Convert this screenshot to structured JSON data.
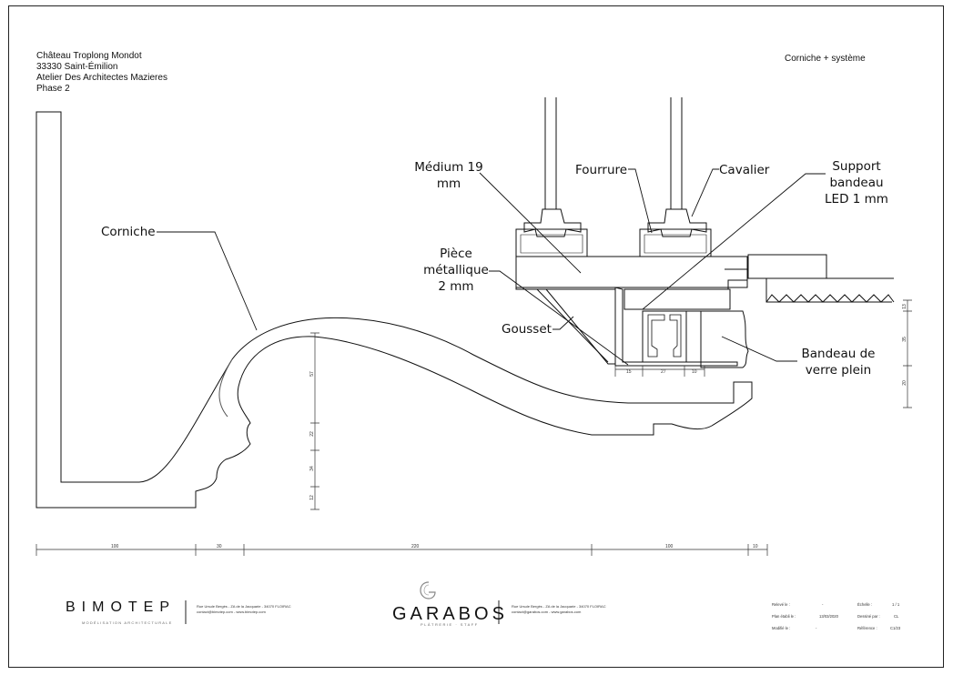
{
  "project": {
    "line1": "Château Troplong Mondot",
    "line2": "33330 Saint-Émilion",
    "line3": "Atelier Des Architectes Mazieres",
    "line4": "Phase 2"
  },
  "document_title": "Corniche + système",
  "labels": {
    "corniche": "Corniche",
    "medium_1": "Médium 19",
    "medium_2": "mm",
    "fourrure": "Fourrure",
    "cavalier": "Cavalier",
    "support_1": "Support",
    "support_2": "bandeau",
    "support_3": "LED 1 mm",
    "piece_1": "Pièce",
    "piece_2": "métallique",
    "piece_3": "2 mm",
    "gousset": "Gousset",
    "bandeau_1": "Bandeau de",
    "bandeau_2": "verre plein"
  },
  "dimensions": {
    "bottom_1": "100",
    "bottom_2": "30",
    "bottom_3": "220",
    "bottom_4": "100",
    "bottom_5": "10",
    "small_1": "15",
    "small_2": "27",
    "small_3": "10",
    "v_left_1": "57",
    "v_left_2": "22",
    "v_left_3": "34",
    "v_left_4": "12",
    "v_right_1": "13",
    "v_right_2": "35",
    "v_right_3": "20"
  },
  "footer": {
    "bimotep_name": "BIMOTEP",
    "bimotep_tag": "MODÉLISATION ARCHITECTURALE",
    "bimotep_address": "Rue Ursule Bergès - ZA de la Jacquarie - 34070 FLOIRAC",
    "bimotep_contact": "contact@bimotep.com - www.bimotep.com",
    "garabos_name": "GARABOS",
    "garabos_tag": "PLÂTRERIE · STAFF",
    "garabos_address": "Rue Ursule Bergès - ZA de la Jacquarie - 34070 FLOIRAC",
    "garabos_contact": "contact@garabos.com - www.garabos.com"
  },
  "title_block": {
    "releve_label": "Relevé le :",
    "releve_value": "-",
    "echelle_label": "Échelle :",
    "echelle_value": "1 / 1",
    "plan_label": "Plan établi le :",
    "plan_value": "13/03/2020",
    "dessine_label": "Dessiné par :",
    "dessine_value": "CL",
    "modifie_label": "Modifié le :",
    "modifie_value": "-",
    "reference_label": "Référence :",
    "reference_value": "C1/23"
  },
  "colors": {
    "line": "#111111",
    "dimension": "#333333"
  },
  "icons": {
    "garabos_mark": "stylized-g-logo-icon"
  }
}
